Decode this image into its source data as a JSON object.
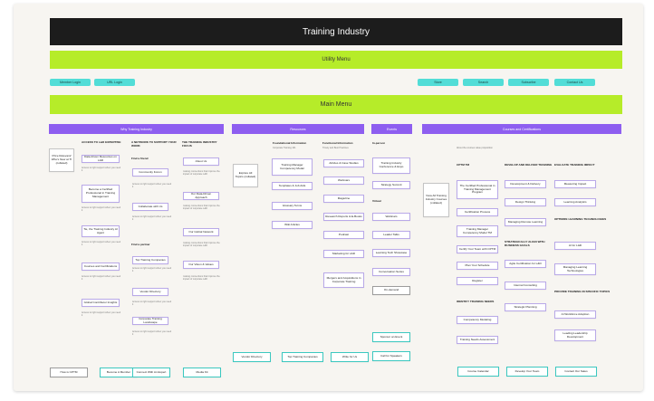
{
  "header": {
    "title": "Training Industry",
    "utility_menu": "Utility Menu",
    "main_menu": "Main Menu"
  },
  "utility_links": [
    "Member Login",
    "URL Login",
    "Store",
    "Search",
    "Subscribe",
    "Contact Us"
  ],
  "sections": {
    "why": "Why Training Industry",
    "resources": "Resources",
    "events": "Events",
    "courses": "Courses and Certifications"
  },
  "intro_cards": {
    "why": "Price Relevant/ Who's New at TI (collated)",
    "resources": "Explore All Topics (collated)",
    "courses": "View All Training Industry Courses (collated)"
  },
  "why_columns": [
    {
      "heading": "ACCESS TO L&D EXPERTISE",
      "groups": [
        {
          "title": "",
          "items": [
            {
              "label": "Data driven Resources on L&D",
              "caption": "Access to right support when you need it"
            },
            {
              "label": "Become a Certified Professional in Training Management",
              "caption": "Access to right support when you need it"
            },
            {
              "label": "Tie, the Training Industry AI Agent",
              "caption": "Access to right support when you need it"
            },
            {
              "label": "Courses and Certifications",
              "caption": "Access to right support when you need it"
            },
            {
              "label": "Global Contributor Insights",
              "caption": "Access to right support when you need it"
            }
          ]
        }
      ]
    },
    {
      "heading": "A NETWORK TO SUPPORT YOUR WORK",
      "groups": [
        {
          "title": "Find a friend",
          "items": [
            {
              "label": "Community Forum",
              "caption": "Access to right support when you need it"
            },
            {
              "label": "Collaborate with Us",
              "caption": "Access to right support when you need it"
            }
          ]
        },
        {
          "title": "Find a partner",
          "items": [
            {
              "label": "Top Training Companies",
              "caption": "Access to right support when you need it"
            },
            {
              "label": "Vendor Directory",
              "caption": "Access to right support when you need it"
            },
            {
              "label": "Corporate Training Landscape",
              "caption": "Access to right support when you need it"
            }
          ]
        }
      ]
    },
    {
      "heading": "THE TRAINING INDUSTRY FOCUS",
      "groups": [
        {
          "title": "",
          "items": [
            {
              "label": "About Us",
              "caption": "making connections that improve the impact of corporate L&D"
            },
            {
              "label": "Our Data-Driven Approach",
              "caption": "making connections that improve the impact of corporate L&D"
            },
            {
              "label": "Our Global Network",
              "caption": "making connections that improve the impact of corporate L&D"
            },
            {
              "label": "Our Vision & Values",
              "caption": "making connections that improve the impact of corporate L&D"
            }
          ]
        }
      ]
    }
  ],
  "resources_columns": [
    {
      "heading": "Foundational Information",
      "subheading": "Corporate Training 101",
      "items": [
        "Training Manager Competency Model",
        "Templates & Job Aids",
        "Glossary Terms",
        "Wiki Articles"
      ]
    },
    {
      "heading": "Functional Information",
      "subheading": "Timely and Best Practices",
      "items": [
        "Articles & Case Studies",
        "Webinars",
        "Magazine",
        "Research Reports & E-Books",
        "Podcast",
        "Marketing for L&D",
        "Mergers and Acquisitions in Corporate Training"
      ]
    }
  ],
  "events": {
    "in_person_heading": "In-person",
    "in_person": [
      "Training Industry Conference & Expo",
      "Strategy Summit"
    ],
    "virtual_heading": "Virtual",
    "virtual": [
      "Webinars",
      "Leader Talks",
      "Learning Tech Showcase",
      "Conversation Series",
      "On-demand"
    ]
  },
  "courses": {
    "note": "About the courses value proposition",
    "cptm_heading": "CPTM TM",
    "cptm": [
      "The Certified Professional in Training Management Program",
      "Certification Process",
      "Training Manager Competency Model TM",
      "Certify Your Team with CPTM",
      "Plan Your Schedule",
      "Register"
    ],
    "needs_heading": "IDENTIFY TRAINING NEEDS",
    "needs": [
      "Competency Modeling",
      "Training Needs Assessment"
    ],
    "deliver_heading": "DEVELOP AND DELIVER TRAINING",
    "deliver": [
      "Development & Delivery",
      "Design Thinking",
      "Managing Remote Learning"
    ],
    "align_heading": "STRATEGICALLY ALIGN WITH BUSINESS GOALS",
    "align": [
      "Agile Certification for L&D",
      "Internal Consulting",
      "Strategic Planning"
    ],
    "evaluate_heading": "EVALUATE TRAINING IMPACT",
    "evaluate": [
      "Measuring Impact",
      "Learning Analytics"
    ],
    "optimize_heading": "OPTIMIZE LEARNING TECHNOLOGIES",
    "optimize": [
      "AI for L&D",
      "Managing Learning Technologies"
    ],
    "specific_heading": "PROVIDE TRAINING IN SPECIFIC TOPICS",
    "specific": [
      "AI Workforce Adoption",
      "Leading Leadership Development"
    ]
  },
  "bottom_buttons": {
    "why": [
      "How is CPTM",
      "Become A Member",
      "Connect With An Expert",
      "Media Kit"
    ],
    "resources": [
      "Vendor Directory",
      "Top Training Companies",
      "Write for Us"
    ],
    "events": [
      "Sponsor an Event",
      "Call for Speakers"
    ],
    "courses": [
      "Course Calendar",
      "Develop Your Team",
      "Contact Our Sales"
    ]
  }
}
